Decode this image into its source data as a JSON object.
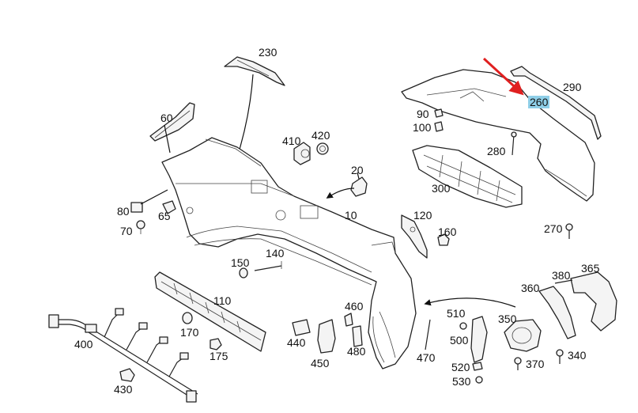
{
  "labels": {
    "p10": "10",
    "p20": "20",
    "p60": "60",
    "p65": "65",
    "p70": "70",
    "p80": "80",
    "p90": "90",
    "p100": "100",
    "p110": "110",
    "p120": "120",
    "p140": "140",
    "p150": "150",
    "p160": "160",
    "p170": "170",
    "p175": "175",
    "p230": "230",
    "p260": "260",
    "p270": "270",
    "p280": "280",
    "p290": "290",
    "p300": "300",
    "p340": "340",
    "p350": "350",
    "p360": "360",
    "p365": "365",
    "p370": "370",
    "p380": "380",
    "p400": "400",
    "p410": "410",
    "p420": "420",
    "p430": "430",
    "p440": "440",
    "p450": "450",
    "p460": "460",
    "p470": "470",
    "p480": "480",
    "p500": "500",
    "p510": "510",
    "p520": "520",
    "p530": "530"
  },
  "highlight": {
    "label": "260",
    "color": "#8fcfe8",
    "arrow_color": "#e02020"
  }
}
